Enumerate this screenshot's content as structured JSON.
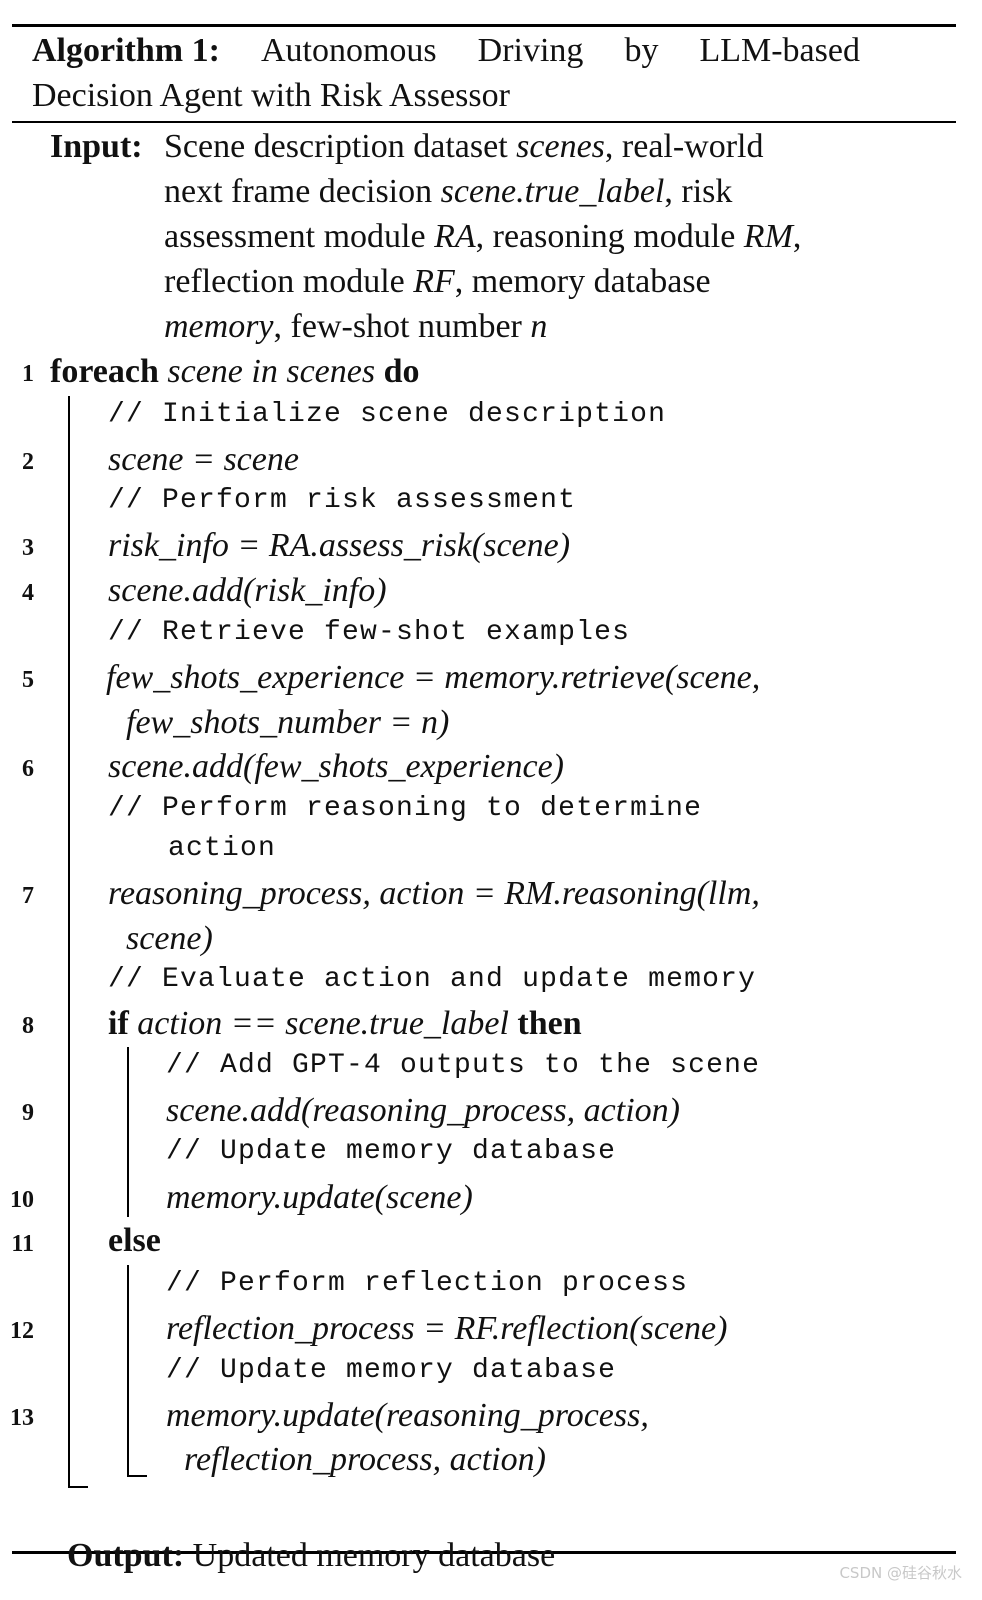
{
  "title": {
    "label": "Algorithm 1:",
    "line1_words": [
      "Autonomous",
      "Driving",
      "by",
      "LLM-based"
    ],
    "line2": "Decision Agent with Risk Assessor"
  },
  "input": {
    "label": "Input:",
    "lines": [
      [
        {
          "t": "Scene description dataset "
        },
        {
          "t": "scenes",
          "i": true
        },
        {
          "t": ", real-world"
        }
      ],
      [
        {
          "t": "next frame decision "
        },
        {
          "t": "scene.true_label",
          "i": true
        },
        {
          "t": ", risk"
        }
      ],
      [
        {
          "t": "assessment module "
        },
        {
          "t": "RA",
          "i": true
        },
        {
          "t": ", reasoning module "
        },
        {
          "t": "RM",
          "i": true
        },
        {
          "t": ","
        }
      ],
      [
        {
          "t": "reflection module "
        },
        {
          "t": "RF",
          "i": true
        },
        {
          "t": ", memory database"
        }
      ],
      [
        {
          "t": "memory",
          "i": true
        },
        {
          "t": ", few-shot number "
        },
        {
          "t": "n",
          "i": true
        }
      ]
    ]
  },
  "line_numbers": [
    "1",
    "2",
    "3",
    "4",
    "5",
    "6",
    "7",
    "8",
    "9",
    "10",
    "11",
    "12",
    "13"
  ],
  "steps": {
    "s1": [
      {
        "t": "foreach",
        "b": true
      },
      {
        "t": " "
      },
      {
        "t": "scene in scenes",
        "i": true
      },
      {
        "t": " "
      },
      {
        "t": "do",
        "b": true
      }
    ],
    "c1": "// Initialize scene description",
    "s2": [
      {
        "t": "scene = scene",
        "i": true
      }
    ],
    "c2": "// Perform risk assessment",
    "s3": [
      {
        "t": "risk_info = RA.assess_risk(scene)",
        "i": true
      }
    ],
    "s4": [
      {
        "t": "scene.add(risk_info)",
        "i": true
      }
    ],
    "c3": "// Retrieve few-shot examples",
    "s5a": [
      {
        "t": "few_shots_experience = memory.retrieve(scene,",
        "i": true
      }
    ],
    "s5b": [
      {
        "t": "few_shots_number = n)",
        "i": true
      }
    ],
    "s6": [
      {
        "t": "scene.add(few_shots_experience)",
        "i": true
      }
    ],
    "c4a": "// Perform reasoning to determine",
    "c4b": "action",
    "s7a": [
      {
        "t": "reasoning_process, action = RM.reasoning(llm,",
        "i": true
      }
    ],
    "s7b": [
      {
        "t": "scene)",
        "i": true
      }
    ],
    "c5": "// Evaluate action and update memory",
    "s8": [
      {
        "t": "if",
        "b": true
      },
      {
        "t": " "
      },
      {
        "t": "action == scene.true_label",
        "i": true
      },
      {
        "t": " "
      },
      {
        "t": "then",
        "b": true
      }
    ],
    "c6": "// Add GPT-4 outputs to the scene",
    "s9": [
      {
        "t": "scene.add(reasoning_process, action)",
        "i": true
      }
    ],
    "c7": "// Update memory database",
    "s10": [
      {
        "t": "memory.update(scene)",
        "i": true
      }
    ],
    "s11": [
      {
        "t": "else",
        "b": true
      }
    ],
    "c8": "// Perform reflection process",
    "s12": [
      {
        "t": "reflection_process = RF.reflection(scene)",
        "i": true
      }
    ],
    "c9": "// Update memory database",
    "s13a": [
      {
        "t": "memory.update(reasoning_process,",
        "i": true
      }
    ],
    "s13b": [
      {
        "t": "reflection_process, action)",
        "i": true
      }
    ]
  },
  "output": {
    "label": "Output:",
    "text": "Updated memory database"
  },
  "watermark": "CSDN @硅谷秋水"
}
